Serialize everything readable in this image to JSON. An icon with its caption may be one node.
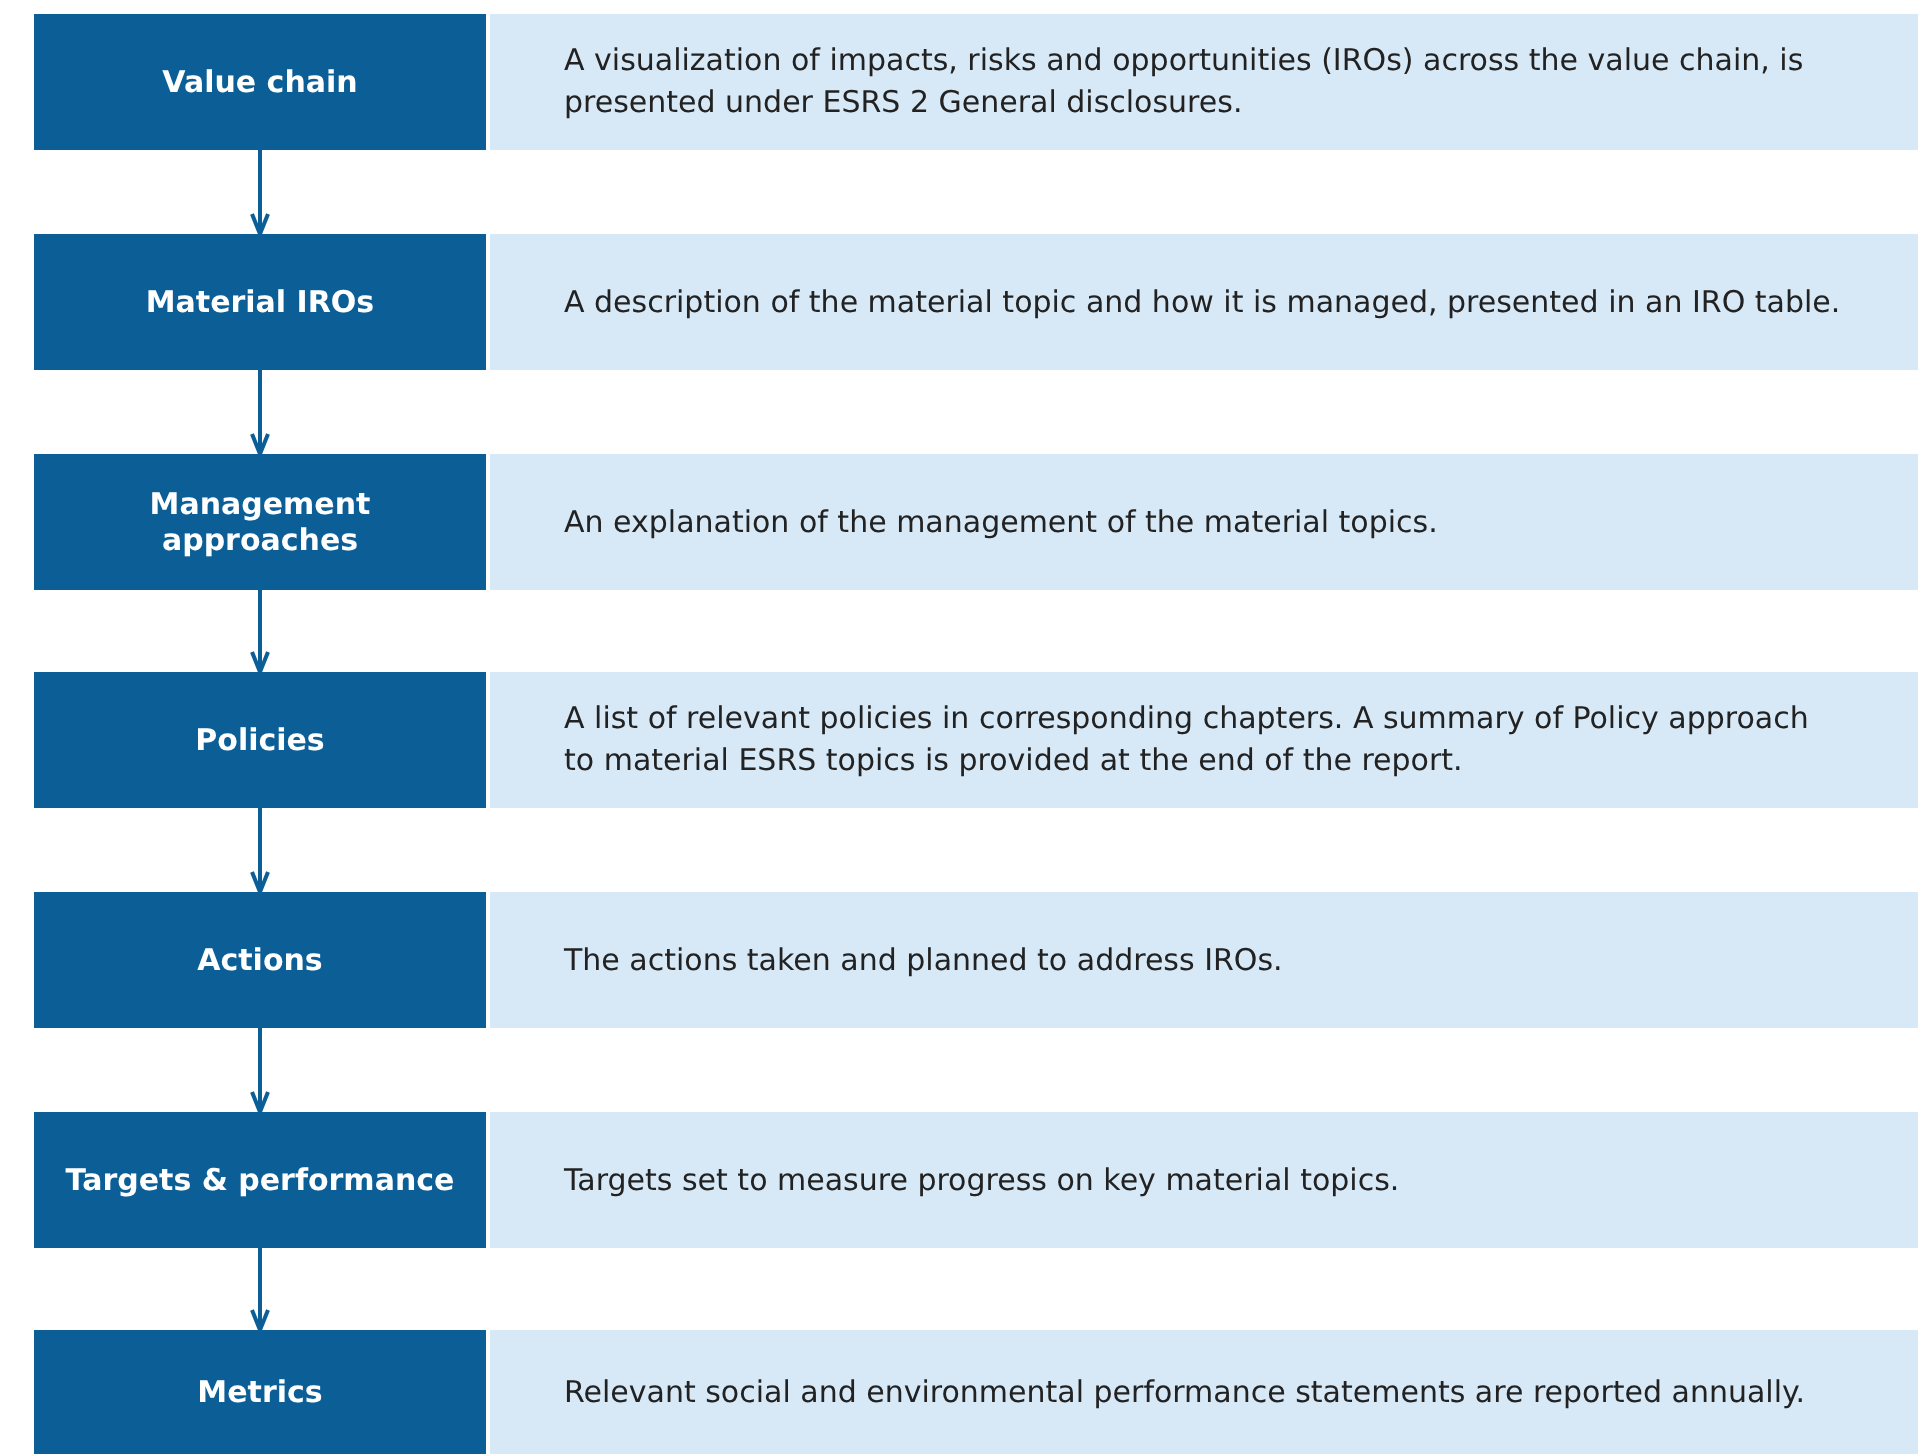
{
  "diagram": {
    "nodes": [
      {
        "text": [
          "Value chain"
        ]
      },
      {
        "text": [
          "A visualization of impacts, risks and opportunities (IROs) across the value chain, is presented under ESRS 2 General disclosures."
        ]
      },
      {
        "text": [
          "Material IROs"
        ]
      },
      {
        "text": [
          "A description of the material topic and how it is managed, presented in an IRO table."
        ]
      },
      {
        "text": [
          "Management approaches"
        ]
      },
      {
        "text": [
          "An explanation of the management of the material topics."
        ]
      },
      {
        "text": [
          "Policies"
        ]
      },
      {
        "text": [
          "A list of relevant policies in corresponding chapters. A summary of Policy approach to material ESRS topics is provided at the end of the report."
        ]
      },
      {
        "text": [
          "Actions"
        ]
      },
      {
        "text": [
          "The actions taken and planned to address IROs."
        ]
      },
      {
        "text": [
          "Targets & performance"
        ]
      },
      {
        "text": [
          "Targets set to measure progress on key material topics."
        ]
      },
      {
        "text": [
          "Metrics"
        ]
      },
      {
        "text": [
          "Relevant social and environmental performance statements are reported annually."
        ]
      }
    ],
    "edges": [
      {
        "from": 0,
        "to": 2,
        "arrow": "to"
      },
      {
        "from": 2,
        "to": 4,
        "arrow": "to"
      },
      {
        "from": 4,
        "to": 6,
        "arrow": "to"
      },
      {
        "from": 6,
        "to": 8,
        "arrow": "to"
      },
      {
        "from": 8,
        "to": 10,
        "arrow": "to"
      },
      {
        "from": 10,
        "to": 12,
        "arrow": "to"
      }
    ]
  }
}
